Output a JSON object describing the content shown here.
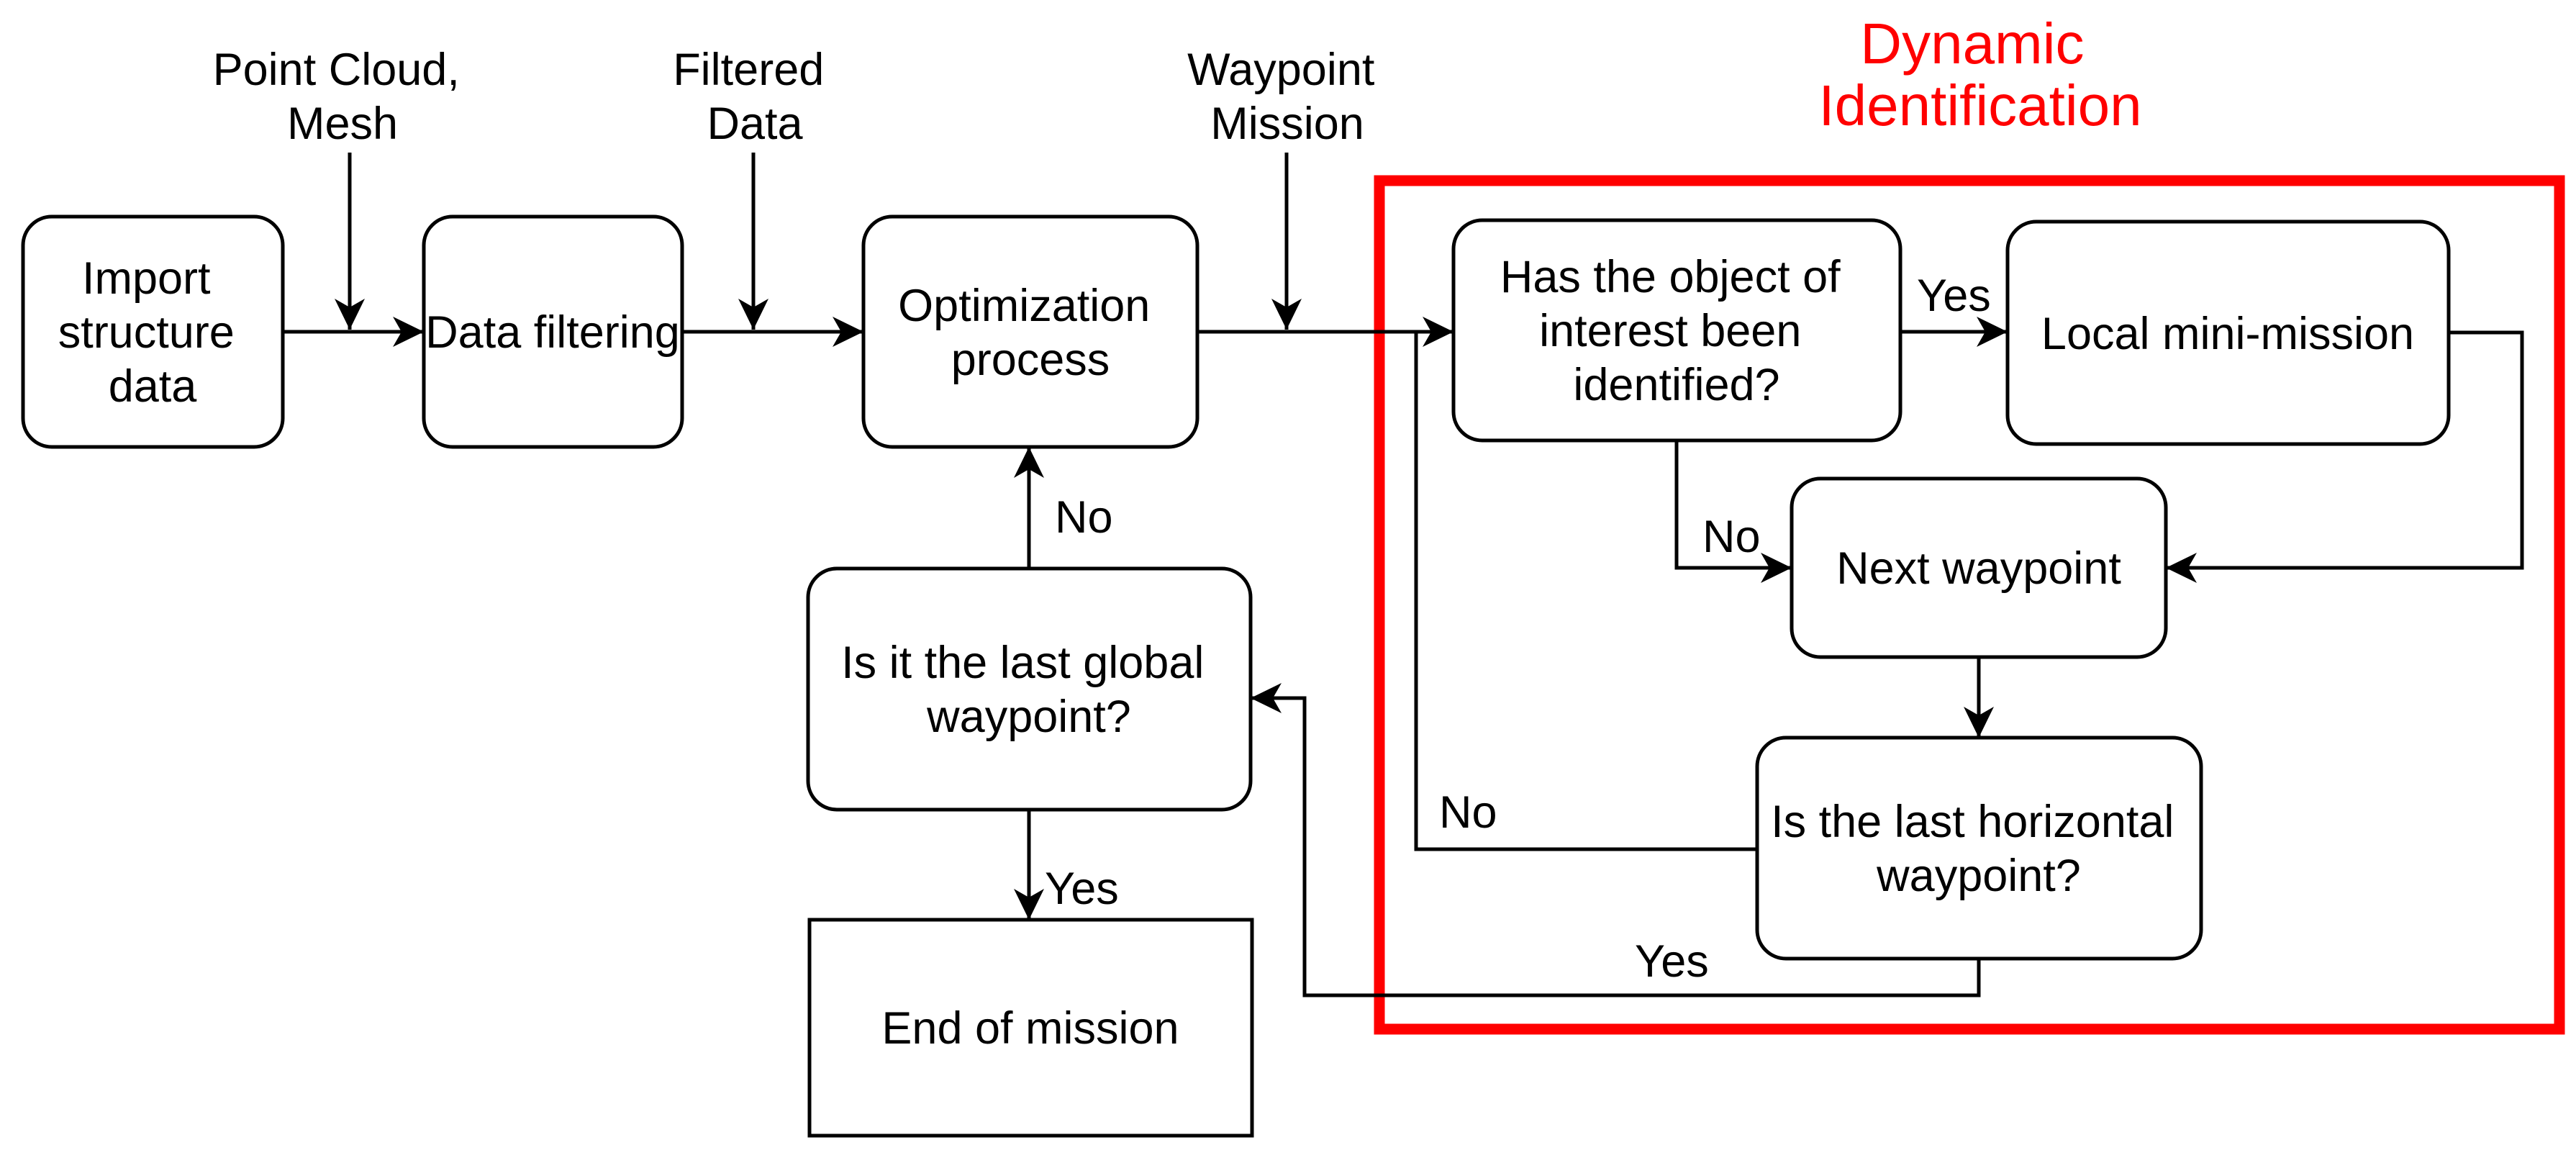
{
  "diagram": {
    "region": {
      "title_line1": "Dynamic",
      "title_line2": "Identification",
      "accent_color": "#ff0000"
    },
    "io_labels": [
      {
        "id": "point-cloud-mesh",
        "line1": "Point Cloud,",
        "line2": "Mesh"
      },
      {
        "id": "filtered-data",
        "line1": "Filtered",
        "line2": "Data"
      },
      {
        "id": "waypoint-mission",
        "line1": "Waypoint",
        "line2": "Mission"
      }
    ],
    "nodes": [
      {
        "id": "import-structure-data",
        "lines": [
          "Import",
          "structure",
          "data"
        ]
      },
      {
        "id": "data-filtering",
        "lines": [
          "Data filtering"
        ]
      },
      {
        "id": "optimization-process",
        "lines": [
          "Optimization",
          "process"
        ]
      },
      {
        "id": "has-object-identified",
        "lines": [
          "Has the object of",
          "interest been",
          "identified?"
        ]
      },
      {
        "id": "local-mini-mission",
        "lines": [
          "Local mini-mission"
        ]
      },
      {
        "id": "next-waypoint",
        "lines": [
          "Next waypoint"
        ]
      },
      {
        "id": "is-last-horizontal",
        "lines": [
          "Is the last horizontal",
          "waypoint?"
        ]
      },
      {
        "id": "is-last-global",
        "lines": [
          "Is it the last global",
          "waypoint?"
        ]
      },
      {
        "id": "end-of-mission",
        "lines": [
          "End of mission"
        ]
      }
    ],
    "edge_labels": {
      "yes_has_object": "Yes",
      "no_has_object": "No",
      "no_last_global": "No",
      "yes_last_global": "Yes",
      "no_last_horizontal": "No",
      "yes_last_horizontal": "Yes"
    },
    "colors": {
      "line": "#000000",
      "highlight": "#ff0000",
      "background": "#ffffff"
    }
  }
}
